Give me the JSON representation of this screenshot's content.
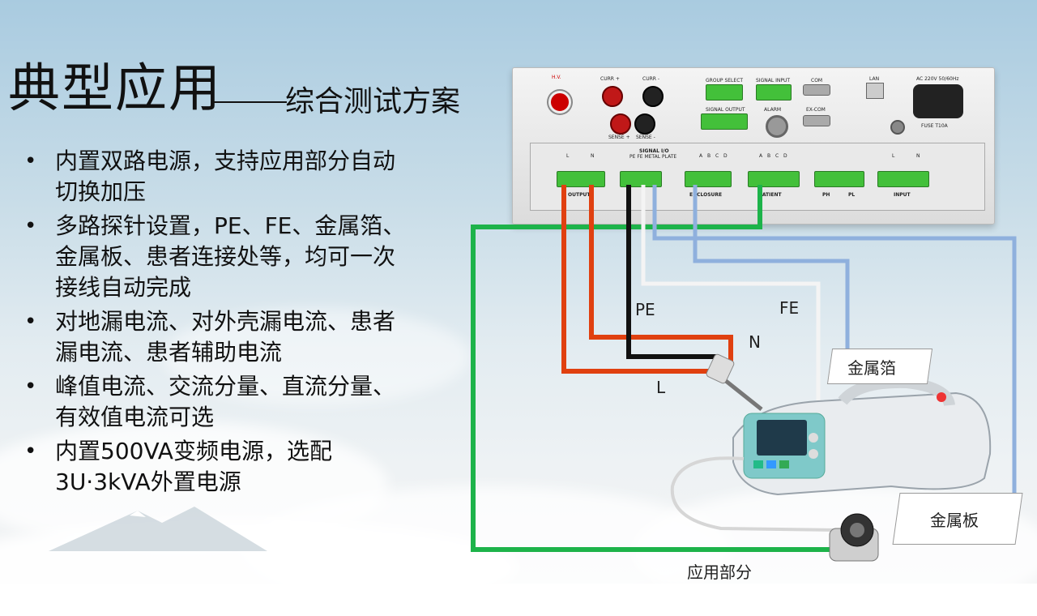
{
  "title": {
    "main": "典型应用",
    "sub": "综合测试方案"
  },
  "bullets": [
    "内置双路电源，支持应用部分自动切换加压",
    "多路探针设置，PE、FE、金属箔、金属板、患者连接处等，均可一次接线自动完成",
    "对地漏电流、对外壳漏电流、患者漏电流、患者辅助电流",
    "峰值电流、交流分量、直流分量、有效值电流可选",
    "内置500VA变频电源，选配3U·3kVA外置电源"
  ],
  "device": {
    "top_labels": {
      "hv": "H.V.",
      "curr_plus": "CURR +",
      "curr_minus": "CURR -",
      "sense_plus": "SENSE +",
      "sense_minus": "SENSE -",
      "group_select": "GROUP SELECT",
      "signal_input": "SIGNAL INPUT",
      "signal_output": "SIGNAL OUTPUT",
      "alarm": "ALARM",
      "com": "COM",
      "ex_com": "EX-COM",
      "lan": "LAN",
      "ac": "AC 220V 50/60Hz",
      "fuse": "FUSE T10A"
    },
    "panel_labels": {
      "output": "OUTPUT",
      "signal_io": "SIGNAL I/O",
      "pe_fe_metal": "PE  FE  METAL PLATE",
      "enclosure": "ENCLOSURE",
      "patient": "PATIENT",
      "ph": "PH",
      "pl": "PL",
      "input": "INPUT",
      "l": "L",
      "n": "N",
      "a": "A",
      "b": "B",
      "c": "C",
      "d": "D"
    }
  },
  "wires": {
    "pe": "PE",
    "fe": "FE",
    "n": "N",
    "l": "L"
  },
  "tags": {
    "foil": "金属箔",
    "plate": "金属板",
    "applied_part": "应用部分"
  },
  "colors": {
    "live": "#e04010",
    "neutral": "#111111",
    "pe": "#f2f2f2",
    "fe": "#8fb0dd",
    "patient": "#1db34a"
  }
}
